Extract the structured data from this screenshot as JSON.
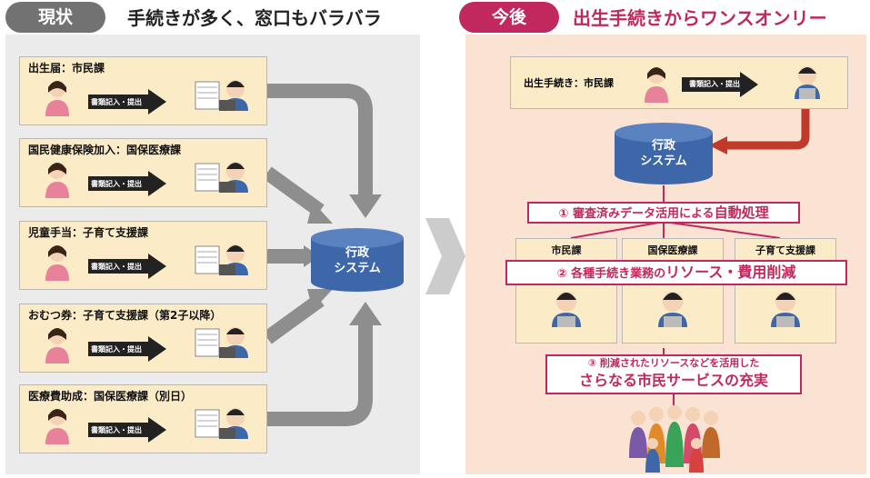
{
  "left": {
    "badge": "現状",
    "heading": "手続きが多く、窓口もバラバラ",
    "processes": [
      {
        "label": "出生届：市民課",
        "arrow_text": "書類記入・提出"
      },
      {
        "label": "国民健康保険加入：国保医療課",
        "arrow_text": "書類記入・提出"
      },
      {
        "label": "児童手当：子育て支援課",
        "arrow_text": "書類記入・提出"
      },
      {
        "label": "おむつ券：子育て支援課（第2子以降）",
        "arrow_text": "書類記入・提出"
      },
      {
        "label": "医療費助成：国保医療課（別日）",
        "arrow_text": "書類記入・提出"
      }
    ],
    "system_line1": "行政",
    "system_line2": "システム"
  },
  "right": {
    "badge": "今後",
    "heading": "出生手続きからワンスオンリー",
    "top_process": {
      "label": "出生手続き：市民課",
      "arrow_text": "書類記入・提出"
    },
    "system_line1": "行政",
    "system_line2": "システム",
    "step1_prefix": "① 審査済みデータ活用による",
    "step1_emph": "自動処理",
    "departments": [
      "市民課",
      "国保医療課",
      "子育て支援課"
    ],
    "step2_prefix": "② 各種手続き業務の",
    "step2_emph": "リソース・費用削減",
    "step3_line1": "③ 削減されたリソースなどを活用した",
    "step3_line2": "さらなる市民サービスの充実"
  },
  "colors": {
    "accent": "#c0285e",
    "gray_badge": "#727272",
    "cylinder": "#3d67a8",
    "box_fill": "#fbebc7"
  }
}
